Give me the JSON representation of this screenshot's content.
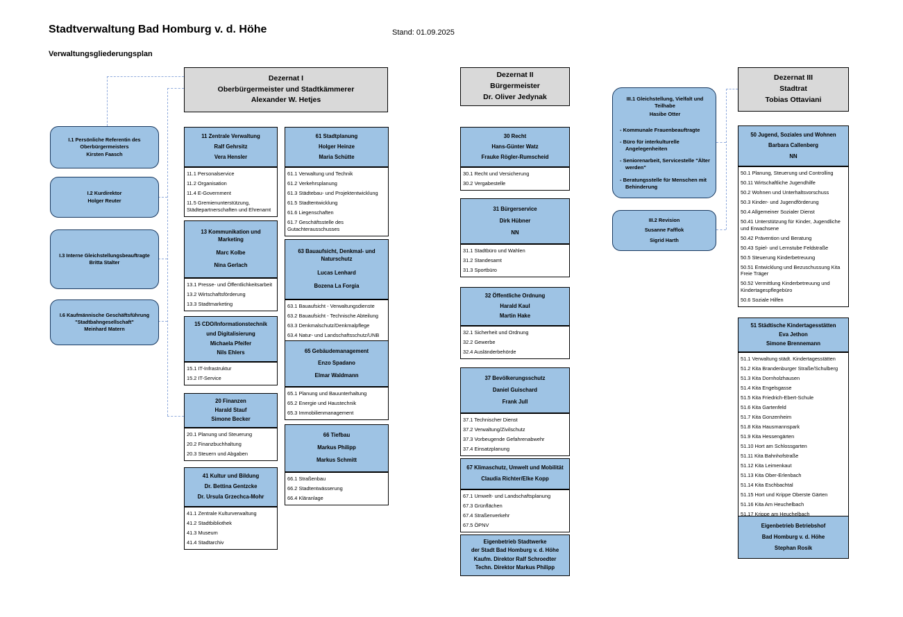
{
  "colors": {
    "box_blue": "#9ec3e4",
    "box_gray": "#d9d9d9",
    "connector": "#8faadc",
    "border_dark": "#17375e"
  },
  "header": {
    "title": "Stadtverwaltung Bad Homburg v. d. Höhe",
    "stand": "Stand: 01.09.2025",
    "subtitle": "Verwaltungsgliederungsplan"
  },
  "left_units": [
    {
      "lines": [
        "I.1 Persönliche Referentin des",
        "Oberbürgermeisters",
        "Kirsten Faasch"
      ]
    },
    {
      "lines": [
        "I.2 Kurdirektor",
        "Holger Reuter"
      ]
    },
    {
      "lines": [
        "I.3 Interne Gleichstellungsbeauftragte",
        "Britta Stalter"
      ]
    },
    {
      "lines": [
        "I.6 Kaufmännische Geschäftsführung",
        "\"Stadtbahngesellschaft\"",
        "Meinhard Matern"
      ]
    }
  ],
  "d1": {
    "title": [
      "Dezernat I",
      "Oberbürgermeister und Stadtkämmerer",
      "Alexander W. Hetjes"
    ],
    "a": [
      {
        "header": [
          "11 Zentrale Verwaltung",
          "Ralf Gehrsitz",
          "Vera Hensler"
        ],
        "items": [
          "11.1 Personalservice",
          "11.2 Organisation",
          "11.4 E-Government",
          "11.5 Gremienunterstützung, Städtepartnerschaften und Ehrenamt"
        ]
      },
      {
        "header": [
          "13 Kommunikation und Marketing",
          "Marc Kolbe",
          "Nina Gerlach"
        ],
        "items": [
          "13.1 Presse- und Öffentlichkeitsarbeit",
          "13.2 Wirtschaftsförderung",
          "13.3 Stadtmarketing"
        ]
      },
      {
        "header": [
          "15 CDO/Informationstechnik",
          "und Digitalisierung",
          "Michaela Pfeifer",
          "Nils Ehlers"
        ],
        "items": [
          "15.1 IT-Infrastruktur",
          "15.2 IT-Service"
        ]
      },
      {
        "header": [
          "20 Finanzen",
          "Harald Stauf",
          "Simone Becker"
        ],
        "items": [
          "20.1 Planung und Steuerung",
          "20.2 Finanzbuchhaltung",
          "20.3 Steuern und Abgaben"
        ]
      },
      {
        "header": [
          "41 Kultur und Bildung",
          "Dr. Bettina Gentzcke",
          "Dr. Ursula Grzechca-Mohr"
        ],
        "items": [
          "41.1 Zentrale Kulturverwaltung",
          "41.2 Stadtbibliothek",
          "41.3 Museum",
          "41.4 Stadtarchiv"
        ]
      }
    ],
    "b": [
      {
        "header": [
          "61 Stadtplanung",
          "Holger Heinze",
          "Maria Schütte"
        ],
        "items": [
          "61.1 Verwaltung und Technik",
          "61.2 Verkehrsplanung",
          "61.3 Städtebau- und Projektentwicklung",
          "61.5 Stadtentwicklung",
          "61.6 Liegenschaften",
          "61.7 Geschäftsstelle des Gutachterausschusses"
        ]
      },
      {
        "header": [
          "63 Bauaufsicht, Denkmal- und Naturschutz",
          "Lucas Lenhard",
          "Bozena La Forgia"
        ],
        "items": [
          "63.1 Bauaufsicht - Verwaltungsdienste",
          "63.2 Bauaufsicht - Technische Abteilung",
          "63.3 Denkmalschutz/Denkmalpflege",
          "63.4 Natur- und Landschaftsschutz/UNB"
        ]
      },
      {
        "header": [
          "65 Gebäudemanagement",
          "Enzo Spadano",
          "Elmar Waldmann"
        ],
        "items": [
          "65.1 Planung und Bauunterhaltung",
          "65.2 Energie und Haustechnik",
          "65.3 Immobilienmanagement"
        ]
      },
      {
        "header": [
          "66 Tiefbau",
          "Markus Philipp",
          "Markus Schmitt"
        ],
        "items": [
          "66.1 Straßenbau",
          "66.2 Stadtentwässerung",
          "66.4 Kläranlage"
        ]
      }
    ]
  },
  "d2": {
    "title": [
      "Dezernat II",
      "Bürgermeister",
      "Dr. Oliver Jedynak"
    ],
    "units": [
      {
        "header": [
          "30 Recht",
          "Hans-Günter Watz",
          "Frauke Rögler-Rumscheid"
        ],
        "items": [
          "30.1 Recht und Versicherung",
          "30.2 Vergabestelle"
        ]
      },
      {
        "header": [
          "31 Bürgerservice",
          "Dirk Hübner",
          "NN"
        ],
        "items": [
          "31.1 Stadtbüro und Wahlen",
          "31.2 Standesamt",
          "31.3 Sportbüro"
        ]
      },
      {
        "header": [
          "32 Öffentliche Ordnung",
          "Harald Kaul",
          "Martin Hake"
        ],
        "items": [
          "32.1 Sicherheit und Ordnung",
          "32.2 Gewerbe",
          "32.4 Ausländerbehörde"
        ]
      },
      {
        "header": [
          "37 Bevölkerungsschutz",
          "Daniel Guischard",
          "Frank Jull"
        ],
        "items": [
          "37.1 Technischer Dienst",
          "37.2 Verwaltung/Zivilschutz",
          "37.3 Vorbeugende Gefahrenabwehr",
          "37.4 Einsatzplanung"
        ]
      },
      {
        "header": [
          "67 Klimaschutz, Umwelt und Mobilität",
          "Claudia Richter/Elke Kopp"
        ],
        "items": [
          "67.1 Umwelt- und Landschaftsplanung",
          "67.3 Grünflächen",
          "67.4 Straßenverkehr",
          "67.5 ÖPNV"
        ]
      }
    ],
    "stadtwerke": [
      "Eigenbetrieb Stadtwerke",
      "der Stadt Bad Homburg v. d. Höhe",
      "Kaufm. Direktor Ralf Schroedter",
      "Techn. Direktor Markus Philipp"
    ]
  },
  "stab": {
    "iii1_title": [
      "III.1 Gleichstellung, Vielfalt und Teilhabe",
      "Hasibe Otter"
    ],
    "iii1_bullets": [
      "- Kommunale Frauenbeauftragte",
      "- Büro für interkulturelle Angelegenheiten",
      "- Seniorenarbeit, Servicestelle \"Älter werden\"",
      "- Beratungsstelle für Menschen mit Behinderung"
    ],
    "iii2": [
      "III.2 Revision",
      "Susanne Fafflok",
      "Sigrid Harth"
    ]
  },
  "d3": {
    "title": [
      "Dezernat III",
      "Stadtrat",
      "Tobias Ottaviani"
    ],
    "units": [
      {
        "header": [
          "50 Jugend, Soziales und Wohnen",
          "Barbara Callenberg",
          "NN"
        ],
        "items": [
          "50.1 Planung, Steuerung und Controlling",
          "50.11 Wirtschaftliche Jugendhilfe",
          "50.2 Wohnen und Unterhaltsvorschuss",
          "50.3 Kinder- und Jugendförderung",
          "50.4 Allgemeiner Sozialer Dienst",
          "50.41 Unterstützung für Kinder, Jugendliche und Erwachsene",
          "50.42 Prävention und Beratung",
          "50.43 Spiel- und Lernstube Feldstraße",
          "50.5 Steuerung Kinderbetreuung",
          "50.51 Entwicklung und Bezuschussung Kita Freie Träger",
          "50.52 Vermittlung Kinderbetreuung und Kindertagespflegebüro",
          "50.6 Soziale Hilfen"
        ]
      },
      {
        "header": [
          "51 Städtische Kindertagesstätten",
          "Eva Jethon",
          "Simone Brennemann"
        ],
        "items": [
          "51.1 Verwaltung städt. Kindertagesstätten",
          "51.2 Kita Brandenburger Straße/Schulberg",
          "51.3 Kita Dornholzhausen",
          "51.4 Kita Engelsgasse",
          "51.5 Kita Friedrich-Ebert-Schule",
          "51.6 Kita Gartenfeld",
          "51.7 Kita Gonzenheim",
          "51.8 Kita Hausmannspark",
          "51.9 Kita Hessengärten",
          "51.10 Hort am Schlossgarten",
          "51.11 Kita Bahnhofstraße",
          "51.12 Kita Leimenkaut",
          "51.13 Kita Ober-Erlenbach",
          "51.14 Kita Eschbachtal",
          "51.15 Hort und Krippe Oberste Gärten",
          "51.16 Kita Am Heuchelbach",
          "51.17 Krippe am Heuchelbach"
        ]
      }
    ],
    "betriebshof": [
      "Eigenbetrieb Betriebshof",
      "Bad Homburg v. d. Höhe",
      "Stephan Rosik"
    ]
  }
}
